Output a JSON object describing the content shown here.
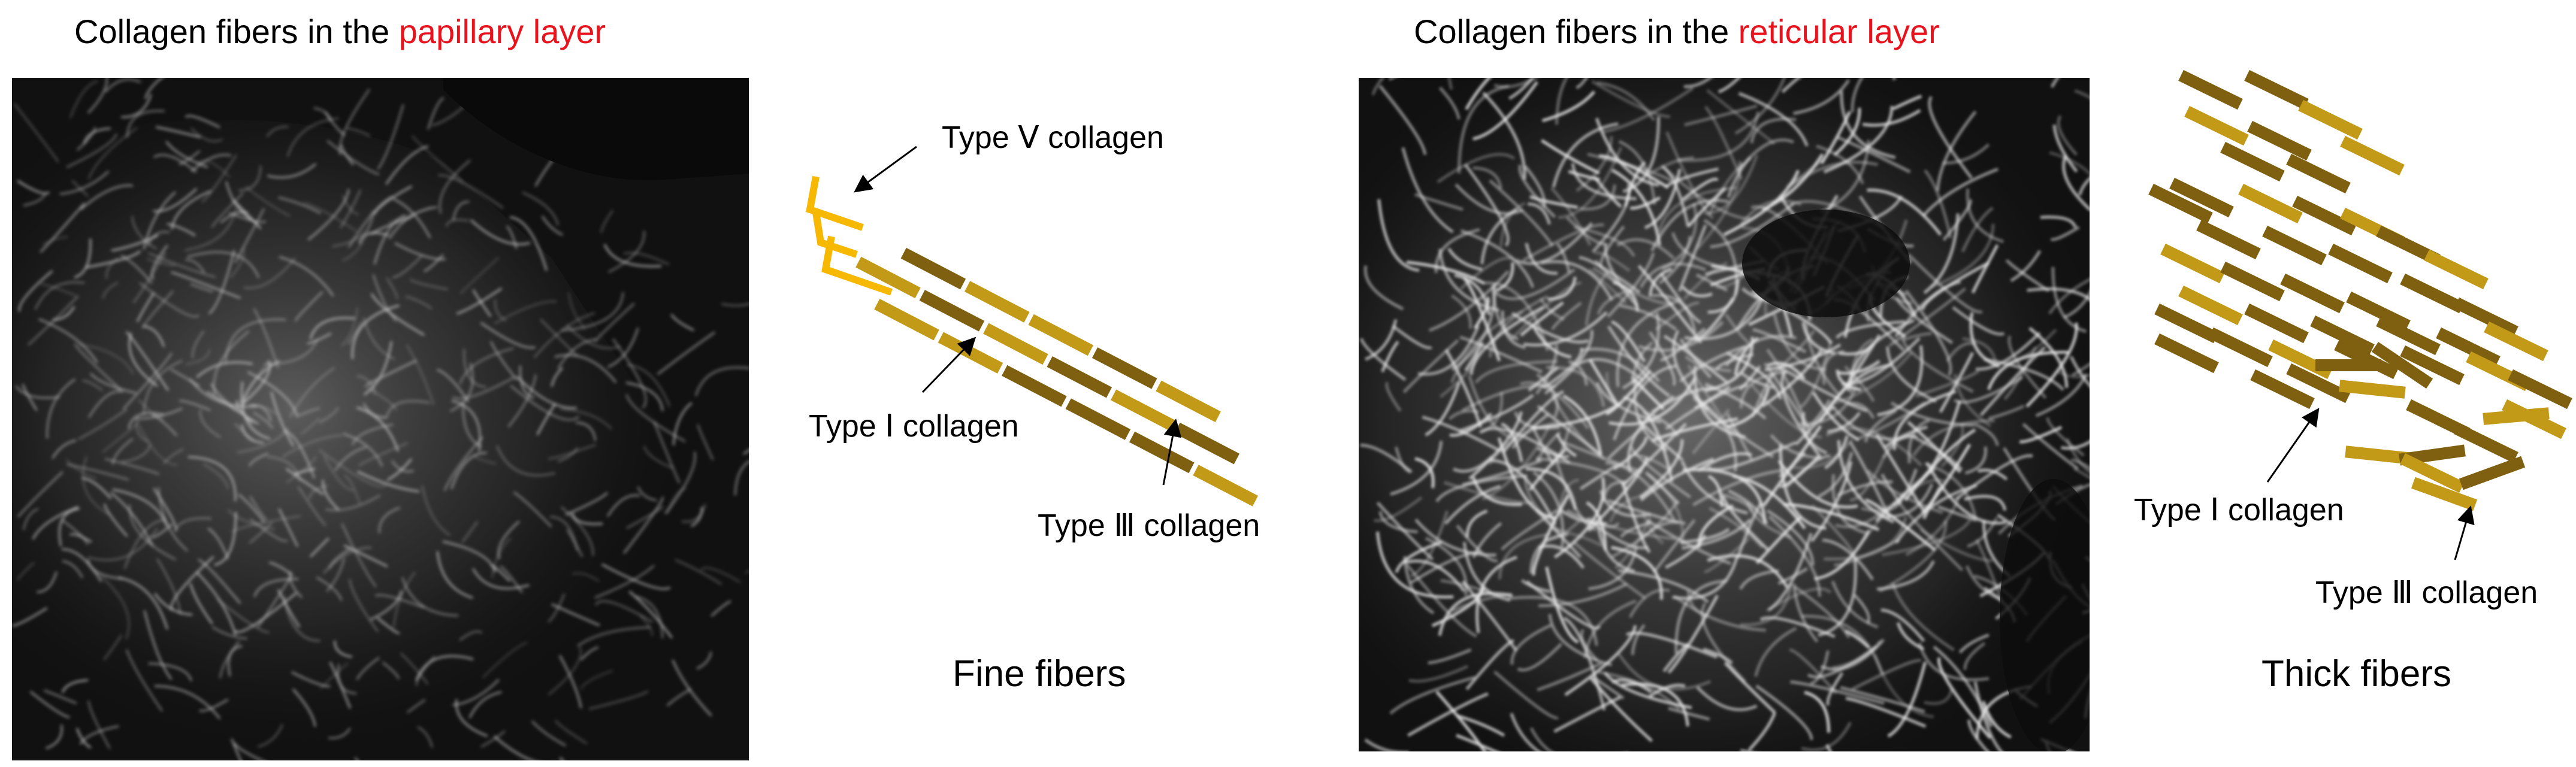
{
  "left_panel": {
    "title_prefix": "Collagen fibers in the ",
    "title_highlight": "papillary layer",
    "micrograph": "confocal image of fine collagen fibers",
    "labels": {
      "type_v": "Type Ⅴ collagen",
      "type_i": "Type Ⅰ collagen",
      "type_iii": "Type Ⅲ collagen"
    },
    "caption": "Fine fibers"
  },
  "right_panel": {
    "title_prefix": "Collagen fibers in the ",
    "title_highlight": "reticular layer",
    "micrograph": "confocal image of thick collagen fibers",
    "labels": {
      "type_i": "Type Ⅰ collagen",
      "type_iii": "Type Ⅲ collagen"
    },
    "caption": "Thick fibers"
  },
  "colors": {
    "title_highlight": "#e8131c",
    "type_v": "#f6b800",
    "type_i": "#c39a17",
    "type_iii": "#7f6010",
    "micrograph_background": "#111111"
  }
}
